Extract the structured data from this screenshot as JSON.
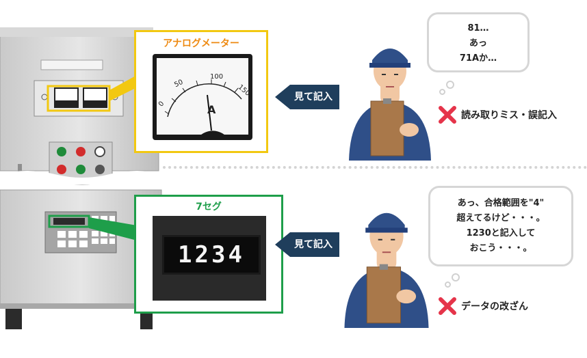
{
  "top": {
    "meter_title": "アナログメーター",
    "meter_ticks": [
      "0",
      "50",
      "100",
      "150"
    ],
    "meter_unit": "A",
    "action_label": "見て記入",
    "speech_lines": [
      "81…",
      "あっ",
      "71Aか…"
    ],
    "result_text": "読み取りミス・誤記入"
  },
  "bottom": {
    "seg_title": "7セグ",
    "seg_value": "1234",
    "action_label": "見て記入",
    "speech_lines": [
      "あっ、合格範囲を\"4\"",
      "超えてるけど・・・。",
      "1230と記入して",
      "おこう・・・。"
    ],
    "result_text": "データの改ざん"
  },
  "colors": {
    "meter_frame": "#f2c811",
    "meter_title": "#ee8a12",
    "seg_frame": "#1e9e4a",
    "arrow": "#1f3e5c",
    "cross": "#e5344a"
  }
}
